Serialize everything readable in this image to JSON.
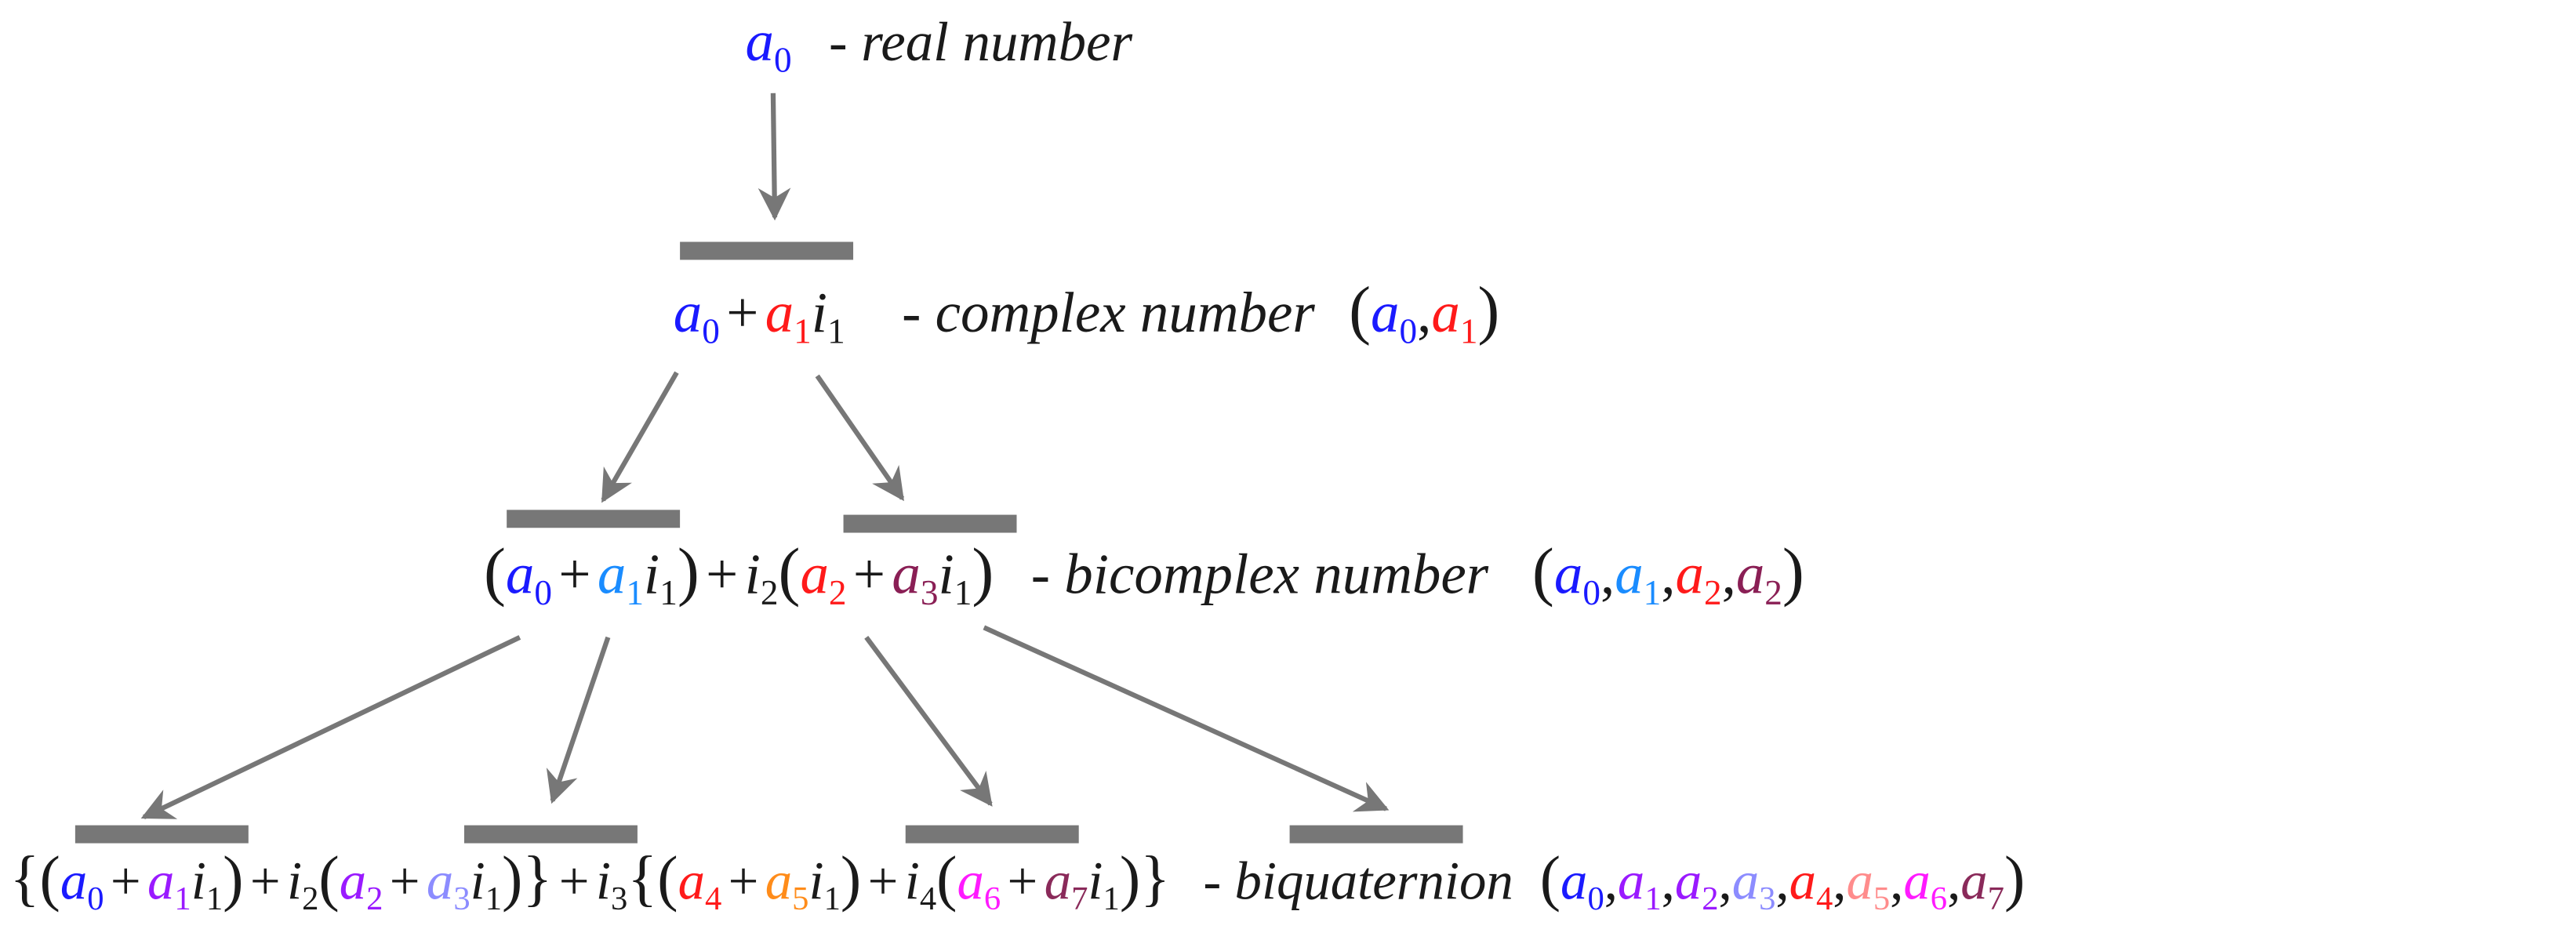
{
  "colors": {
    "blue": "#1a1aff",
    "red": "#ff1a1a",
    "sky": "#1a8cff",
    "maroon": "#8a1f55",
    "violet": "#9a1aff",
    "periwinkle": "#8c8cff",
    "orange": "#ff8c1a",
    "salmon": "#ff8c8c",
    "magenta": "#ff1aff",
    "plum": "#8a2a5a",
    "black": "#1a1a1a",
    "bar": "#777777",
    "arrow": "#777777"
  },
  "levels": {
    "real": {
      "label": "- real number",
      "terms": [
        {
          "sym": "a",
          "sub": "0",
          "color": "blue"
        }
      ]
    },
    "complex": {
      "label": "- complex number",
      "expr": [
        {
          "sym": "a",
          "sub": "0",
          "color": "blue"
        },
        {
          "op": "+"
        },
        {
          "sym": "a",
          "sub": "1",
          "color": "red"
        },
        {
          "sym": "i",
          "sub": "1",
          "color": "black"
        }
      ],
      "tuple": [
        {
          "sym": "a",
          "sub": "0",
          "color": "blue"
        },
        {
          "sym": "a",
          "sub": "1",
          "color": "red"
        }
      ]
    },
    "bicomplex": {
      "label": "- bicomplex number",
      "tuple": [
        {
          "sym": "a",
          "sub": "0",
          "color": "blue"
        },
        {
          "sym": "a",
          "sub": "1",
          "color": "sky"
        },
        {
          "sym": "a",
          "sub": "2",
          "color": "red"
        },
        {
          "sym": "a",
          "sub": "2",
          "color": "maroon"
        }
      ]
    },
    "biquaternion": {
      "label": "- biquaternion",
      "tuple": [
        {
          "sym": "a",
          "sub": "0",
          "color": "blue"
        },
        {
          "sym": "a",
          "sub": "1",
          "color": "violet"
        },
        {
          "sym": "a",
          "sub": "2",
          "color": "violet"
        },
        {
          "sym": "a",
          "sub": "3",
          "color": "periwinkle"
        },
        {
          "sym": "a",
          "sub": "4",
          "color": "red"
        },
        {
          "sym": "a",
          "sub": "5",
          "color": "salmon"
        },
        {
          "sym": "a",
          "sub": "6",
          "color": "magenta"
        },
        {
          "sym": "a",
          "sub": "7",
          "color": "plum"
        }
      ]
    }
  },
  "glyphs": {
    "a": "a",
    "i": "i",
    "plus": "+",
    "comma": ",",
    "lparen": "(",
    "rparen": ")",
    "lbrace": "{",
    "rbrace": "}",
    "s0": "0",
    "s1": "1",
    "s2": "2",
    "s3": "3",
    "s4": "4",
    "s5": "5",
    "s6": "6",
    "s7": "7"
  }
}
